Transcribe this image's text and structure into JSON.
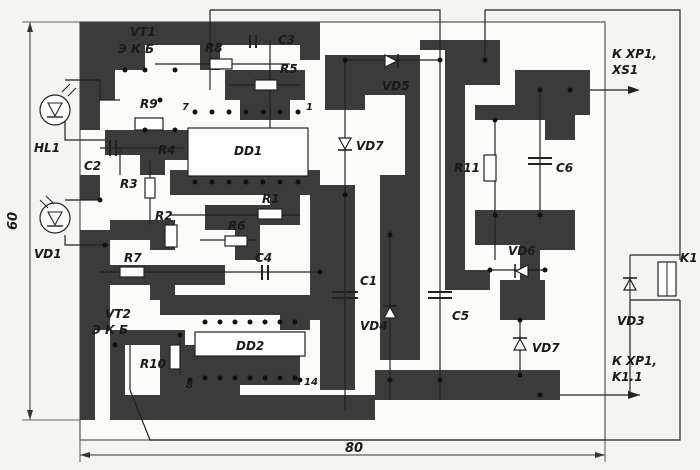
{
  "dimensions": {
    "height": "60",
    "width": "80"
  },
  "labels": {
    "vt1": "VT1",
    "vt1_pins": "Э К Б",
    "r8": "R8",
    "c3": "C3",
    "r5": "R5",
    "r9": "R9",
    "r4": "R4",
    "dd1": "DD1",
    "c2": "C2",
    "r3": "R3",
    "r2": "R2",
    "r6": "R6",
    "r1": "R1",
    "r7": "R7",
    "c4": "C4",
    "c1": "C1",
    "dd2": "DD2",
    "vt2": "VT2",
    "vt2_pins": "Э К Б",
    "r10": "R10",
    "hl1": "HL1",
    "vd1": "VD1",
    "vd5": "VD5",
    "vd7a": "VD7",
    "vd4": "VD4",
    "c5": "C5",
    "r11": "R11",
    "c6": "C6",
    "vd6": "VD6",
    "vd7b": "VD7",
    "vd3": "VD3",
    "k1": "K1",
    "xp1_top_1": "К XP1,",
    "xp1_top_2": "XS1",
    "xp1_bot_1": "К XP1,",
    "xp1_bot_2": "K1.1",
    "pin_1": "1",
    "pin_7": "7",
    "pin_8": "8",
    "pin_14": "14"
  }
}
